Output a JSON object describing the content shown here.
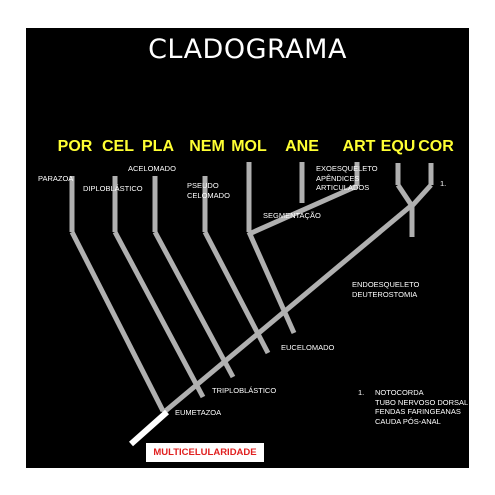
{
  "title": "CLADOGRAMA",
  "taxa": [
    "POR",
    "CEL",
    "PLA",
    "NEM",
    "MOL",
    "ANE",
    "ART",
    "EQU",
    "COR"
  ],
  "characters": {
    "parazoa": "PARAZOA",
    "diploblastico": "DIPLOBLÁSTICO",
    "acelomado": "ACELOMADO",
    "pseudocelomado": [
      "PSEUDO",
      "CELOMADO"
    ],
    "exoesqueleto": [
      "EXOESQUELETO",
      "APÊNDICES",
      "ARTICULADOS"
    ],
    "segmentacao": "SEGMENTAÇÃO",
    "ref_marker": "1.",
    "endoesqueleto": [
      "ENDOESQUELETO",
      "DEUTEROSTOMIA"
    ],
    "eucelomado": "EUCELOMADO",
    "triploblastico": "TRIPLOBLÁSTICO",
    "eumetazoa": "EUMETAZOA"
  },
  "root_label": "MULTICELULARIDADE",
  "footnote": {
    "number": "1.",
    "lines": [
      "NOTOCORDA",
      "TUBO NERVOSO DORSAL",
      "FENDAS FARINGEANAS",
      "CAUDA PÓS-ANAL"
    ]
  },
  "colors": {
    "background": "#000000",
    "branch": "#b0b0b0",
    "root_segment": "#ffffff",
    "taxon_label": "#ffff33",
    "root_label": "#e02020",
    "text": "#ffffff"
  }
}
